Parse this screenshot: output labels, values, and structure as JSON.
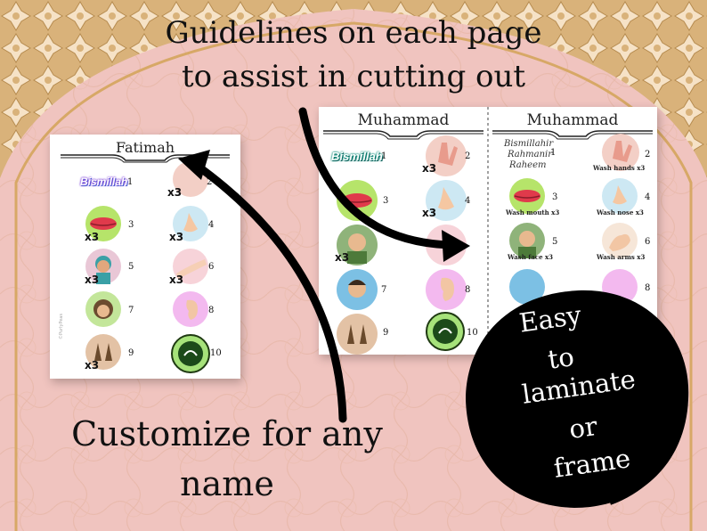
{
  "headline": {
    "line1": "Guidelines on each page",
    "line2": "to assist in cutting out"
  },
  "left_sheet": {
    "name": "Fatimah",
    "bismillah": "Bismillah",
    "numbers": [
      "1",
      "2",
      "3",
      "4",
      "5",
      "6",
      "7",
      "8",
      "9",
      "10"
    ],
    "x3": "x3",
    "watermark": "©PurlyPeas"
  },
  "right_sheet": {
    "name_left": "Muhammad",
    "name_right": "Muhammad",
    "bismillah": "Bismillah",
    "bismillah_text": [
      "Bismillahir",
      "Rahmanir",
      "Raheem"
    ],
    "numbers": [
      "1",
      "2",
      "3",
      "4",
      "5",
      "6",
      "7",
      "8",
      "9",
      "10"
    ],
    "x3": "x3",
    "captions": {
      "wash_hands": "Wash hands x3",
      "wash_mouth": "Wash mouth x3",
      "wash_nose": "Wash nose x3",
      "wash_face": "Wash face x3",
      "wash_arms": "Wash arms x3"
    }
  },
  "badge": {
    "lines": [
      "Easy",
      "to",
      "laminate",
      "or",
      "frame"
    ]
  },
  "bottom": {
    "line1": "Customize for any",
    "line2": "name"
  },
  "colors": {
    "background": "#f3c9c5",
    "gold_lattice": "#c9a26a",
    "badge": "#000000",
    "arrow": "#000000"
  }
}
